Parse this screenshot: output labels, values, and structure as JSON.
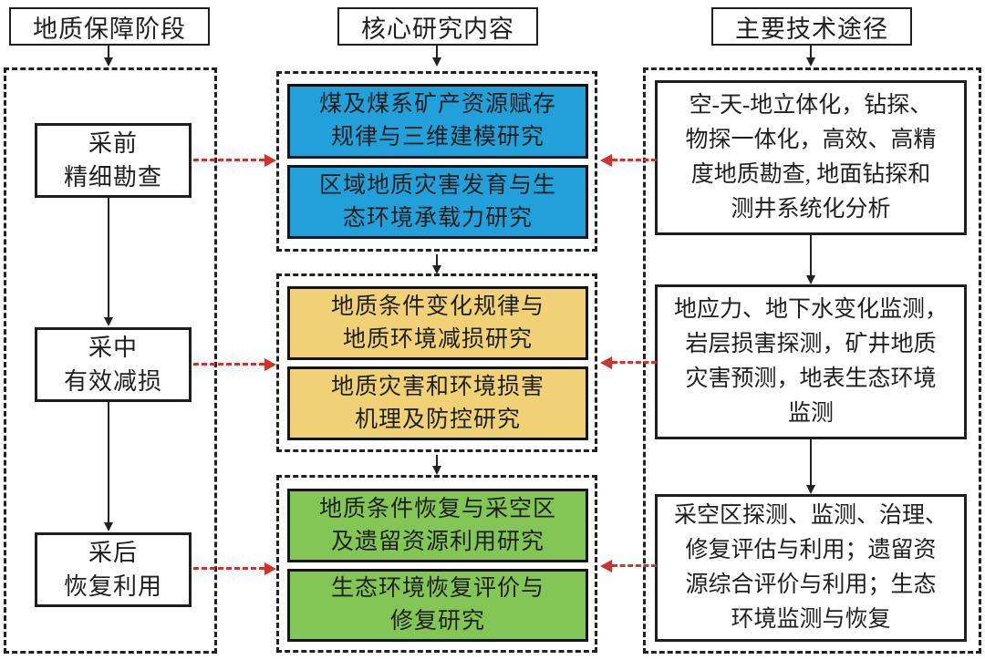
{
  "headers": {
    "stage": "地质保障阶段",
    "core": "核心研究内容",
    "tech": "主要技术途径"
  },
  "stages": [
    {
      "label": "采前\n精细勘查"
    },
    {
      "label": "采中\n有效减损"
    },
    {
      "label": "采后\n恢复利用"
    }
  ],
  "core_sections": [
    {
      "boxes": [
        "煤及煤系矿产资源赋存\n规律与三维建模研究",
        "区域地质灾害发育与生\n态环境承载力研究"
      ]
    },
    {
      "boxes": [
        "地质条件变化规律与\n地质环境减损研究",
        "地质灾害和环境损害\n机理及防控研究"
      ]
    },
    {
      "boxes": [
        "地质条件恢复与采空区\n及遗留资源利用研究",
        "生态环境恢复评价与\n修复研究"
      ]
    }
  ],
  "tech_boxes": [
    "空-天-地立体化，钻探、\n物探一体化，高效、高精\n度地质勘查, 地面钻探和\n测井系统化分析",
    "地应力、地下水变化监测，\n岩层损害探测，矿井地质\n灾害预测，地表生态环境\n监测",
    "采空区探测、监测、治理、\n修复评估与利用；遗留资\n源综合评价与利用；生态\n环境监测与恢复"
  ],
  "colors": {
    "box_blue": "#21A0DA",
    "box_yellow": "#F0D176",
    "box_green": "#83C656",
    "arrow_red": "#CE3330",
    "ink": "#1F1F1F"
  }
}
